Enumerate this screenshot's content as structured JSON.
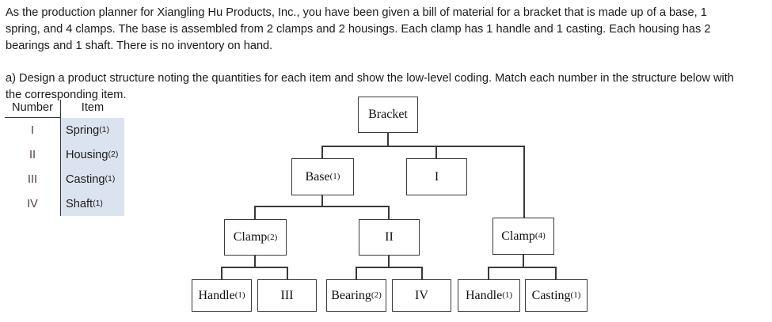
{
  "problem": {
    "p1": [
      "As the production planner for Xiangling Hu Products, Inc., you have been given a bill of material for a bracket that is made up of a base, 1",
      "spring, and 4 clamps. The base is assembled from 2 clamps and 2 housings. Each clamp has 1 handle and 1 casting. Each housing has 2",
      "bearings and 1 shaft. There is no inventory on hand."
    ],
    "p2": [
      "a) Design a product structure noting the quantities for each item and show the low-level coding. Match each number in the structure below with",
      "the corresponding item."
    ]
  },
  "table": {
    "headers": [
      "Number",
      "Item"
    ],
    "rows": [
      {
        "number": "I",
        "item": "Spring",
        "qty": "(1)"
      },
      {
        "number": "II",
        "item": "Housing",
        "qty": "(2)"
      },
      {
        "number": "III",
        "item": "Casting",
        "qty": "(1)"
      },
      {
        "number": "IV",
        "item": "Shaft",
        "qty": "(1)"
      }
    ]
  },
  "tree": {
    "nodes": {
      "bracket": {
        "label": "Bracket",
        "qty": ""
      },
      "base": {
        "label": "Base",
        "qty": "(1)"
      },
      "roman1": {
        "label": "I",
        "qty": ""
      },
      "clamp2": {
        "label": "Clamp",
        "qty": "(2)"
      },
      "roman2": {
        "label": "II",
        "qty": ""
      },
      "clamp4": {
        "label": "Clamp",
        "qty": "(4)"
      },
      "handle_l": {
        "label": "Handle",
        "qty": "(1)"
      },
      "roman3": {
        "label": "III",
        "qty": ""
      },
      "bearing": {
        "label": "Bearing",
        "qty": "(2)"
      },
      "roman4": {
        "label": "IV",
        "qty": ""
      },
      "handle_r": {
        "label": "Handle",
        "qty": "(1)"
      },
      "casting": {
        "label": "Casting",
        "qty": "(1)"
      }
    }
  },
  "colors": {
    "item_column_bg": "#dce3f0",
    "numeral_color": "#554040",
    "line_color": "#3a3a3a"
  }
}
